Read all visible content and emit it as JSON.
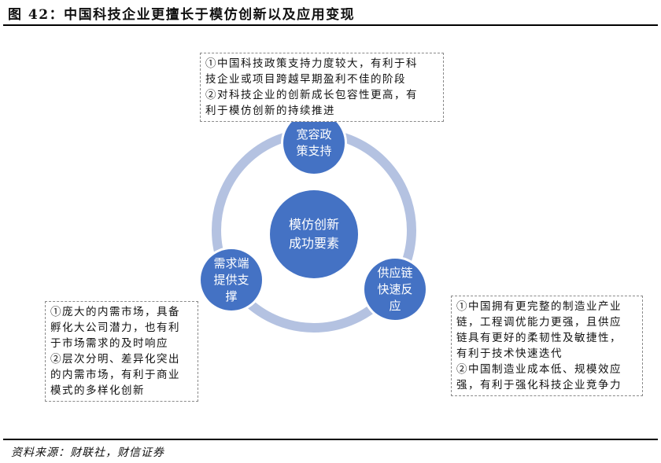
{
  "header": {
    "title": "图 42：中国科技企业更擅长于模仿创新以及应用变现"
  },
  "diagram": {
    "ring_color": "#B4C2E1",
    "node_color": "#4472C4",
    "center": {
      "line1": "模仿创新",
      "line2": "成功要素"
    },
    "nodes": {
      "top": {
        "line1": "宽容政",
        "line2": "策支持",
        "line3": ""
      },
      "left": {
        "line1": "需求端",
        "line2": "提供支",
        "line3": "撑"
      },
      "right": {
        "line1": "供应链",
        "line2": "快速反",
        "line3": "应"
      }
    },
    "notes": {
      "top": [
        "①中国科技政策支持力度较大，有利于科",
        "技企业或项目跨越早期盈利不佳的阶段",
        "②对科技企业的创新成长包容性更高，有",
        "利于模仿创新的持续推进"
      ],
      "left": [
        "①庞大的内需市场，具备",
        "孵化大公司潜力，也有利",
        "于市场需求的及时响应",
        "②层次分明、差异化突出",
        "的内需市场，有利于商业",
        "模式的多样化创新"
      ],
      "right": [
        "①中国拥有更完整的制造业产业",
        "链，工程调优能力更强，且供应",
        "链具有更好的柔韧性及敏捷性，",
        "有利于技术快速迭代",
        "②中国制造业成本低、规模效应",
        "强，有利于强化科技企业竞争力"
      ]
    }
  },
  "footer": {
    "source": "资料来源：财联社，财信证券"
  }
}
